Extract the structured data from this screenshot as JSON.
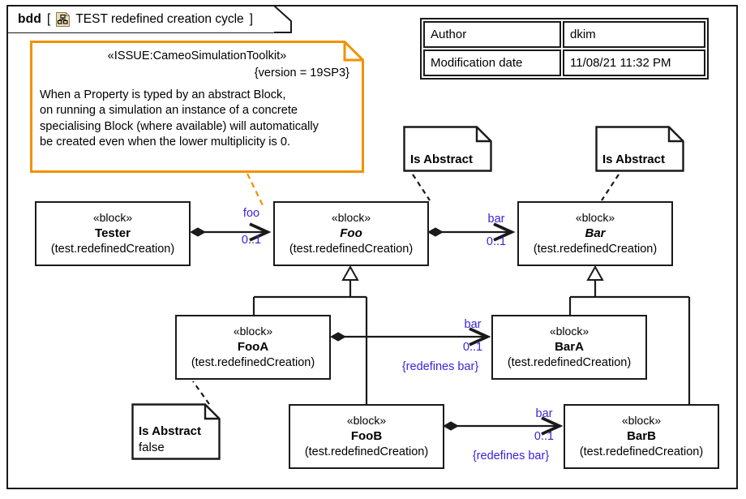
{
  "diagram": {
    "kind": "bdd",
    "bracket_open": "[",
    "bracket_close": "]",
    "icon": "bdd-tree-icon",
    "name": "TEST redefined creation cycle"
  },
  "info_table": {
    "rows": [
      {
        "key": "Author",
        "value": "dkim"
      },
      {
        "key": "Modification date",
        "value": "11/08/21 11:32 PM"
      }
    ]
  },
  "issue_note": {
    "stereotype": "«ISSUE:CameoSimulationToolkit»",
    "version": "{version = 19SP3}",
    "lines": [
      "When a Property is typed by an abstract Block,",
      "on running a simulation an instance of a concrete",
      "specialising Block (where available) will automatically",
      "be created even when the lower multiplicity is 0."
    ],
    "border_color": "#f29100"
  },
  "notes": [
    {
      "id": "is-abstract-foo",
      "title": "Is Abstract",
      "value": ""
    },
    {
      "id": "is-abstract-bar",
      "title": "Is Abstract",
      "value": ""
    },
    {
      "id": "is-abstract-fooa",
      "title": "Is Abstract",
      "value": "false"
    }
  ],
  "blocks": [
    {
      "id": "tester",
      "stereotype": "«block»",
      "name": "Tester",
      "package": "(test.redefinedCreation)",
      "abstract": false
    },
    {
      "id": "foo",
      "stereotype": "«block»",
      "name": "Foo",
      "package": "(test.redefinedCreation)",
      "abstract": true
    },
    {
      "id": "bar",
      "stereotype": "«block»",
      "name": "Bar",
      "package": "(test.redefinedCreation)",
      "abstract": true
    },
    {
      "id": "fooa",
      "stereotype": "«block»",
      "name": "FooA",
      "package": "(test.redefinedCreation)",
      "abstract": false
    },
    {
      "id": "bara",
      "stereotype": "«block»",
      "name": "BarA",
      "package": "(test.redefinedCreation)",
      "abstract": false
    },
    {
      "id": "foob",
      "stereotype": "«block»",
      "name": "FooB",
      "package": "(test.redefinedCreation)",
      "abstract": false
    },
    {
      "id": "barb",
      "stereotype": "«block»",
      "name": "BarB",
      "package": "(test.redefinedCreation)",
      "abstract": false
    }
  ],
  "associations": [
    {
      "id": "tester-foo",
      "source": "tester",
      "target": "foo",
      "role": "foo",
      "multiplicity": "0..1",
      "constraint": ""
    },
    {
      "id": "foo-bar",
      "source": "foo",
      "target": "bar",
      "role": "bar",
      "multiplicity": "0..1",
      "constraint": ""
    },
    {
      "id": "fooa-bara",
      "source": "fooa",
      "target": "bara",
      "role": "bar",
      "multiplicity": "0..1",
      "constraint": "{redefines bar}"
    },
    {
      "id": "foob-barb",
      "source": "foob",
      "target": "barb",
      "role": "bar",
      "multiplicity": "0..1",
      "constraint": "{redefines bar}"
    }
  ],
  "generalizations": [
    {
      "from": "fooa",
      "to": "foo"
    },
    {
      "from": "foob",
      "to": "foo"
    },
    {
      "from": "bara",
      "to": "bar"
    },
    {
      "from": "barb",
      "to": "bar"
    }
  ],
  "colors": {
    "line": "#1a1a1a",
    "label": "#3b1fdd",
    "note_accent": "#f29100",
    "icon_fill": "#e8ddb5"
  }
}
